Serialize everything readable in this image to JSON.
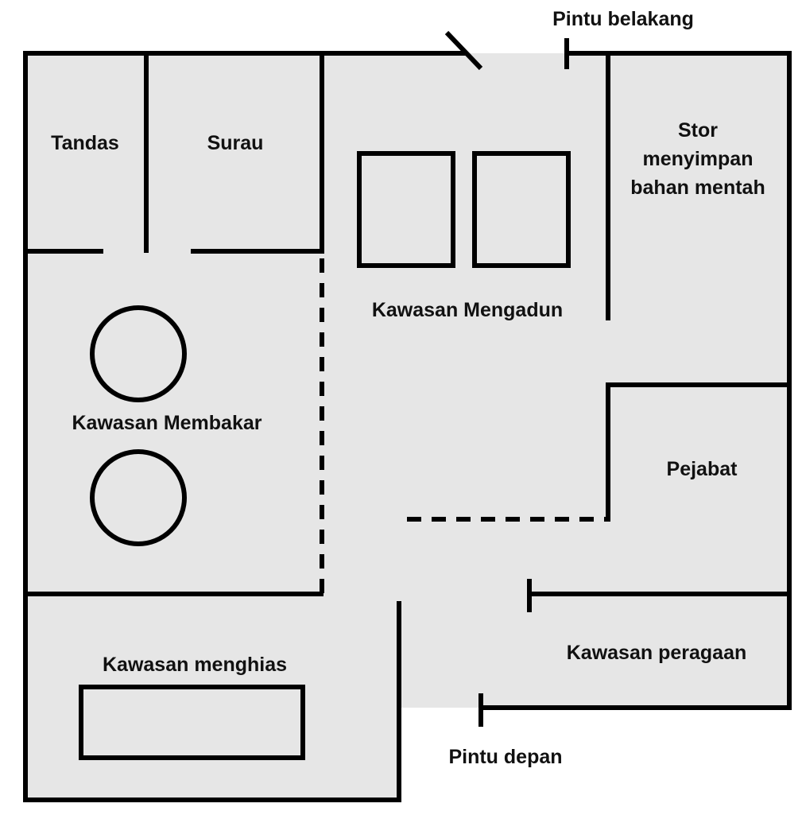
{
  "labels": {
    "toilet": "Tandas",
    "prayer_room": "Surau",
    "raw_storage": [
      "Stor",
      "menyimpan",
      "bahan mentah"
    ],
    "mixing_area": "Kawasan Mengadun",
    "baking_area": "Kawasan Membakar",
    "office": "Pejabat",
    "decorating_area": "Kawasan menghias",
    "display_area": "Kawasan peragaan",
    "back_door": "Pintu belakang",
    "front_door": "Pintu depan"
  },
  "colors": {
    "wall": "#000000",
    "floor": "#e6e6e6",
    "background": "#ffffff",
    "text": "#111111"
  }
}
